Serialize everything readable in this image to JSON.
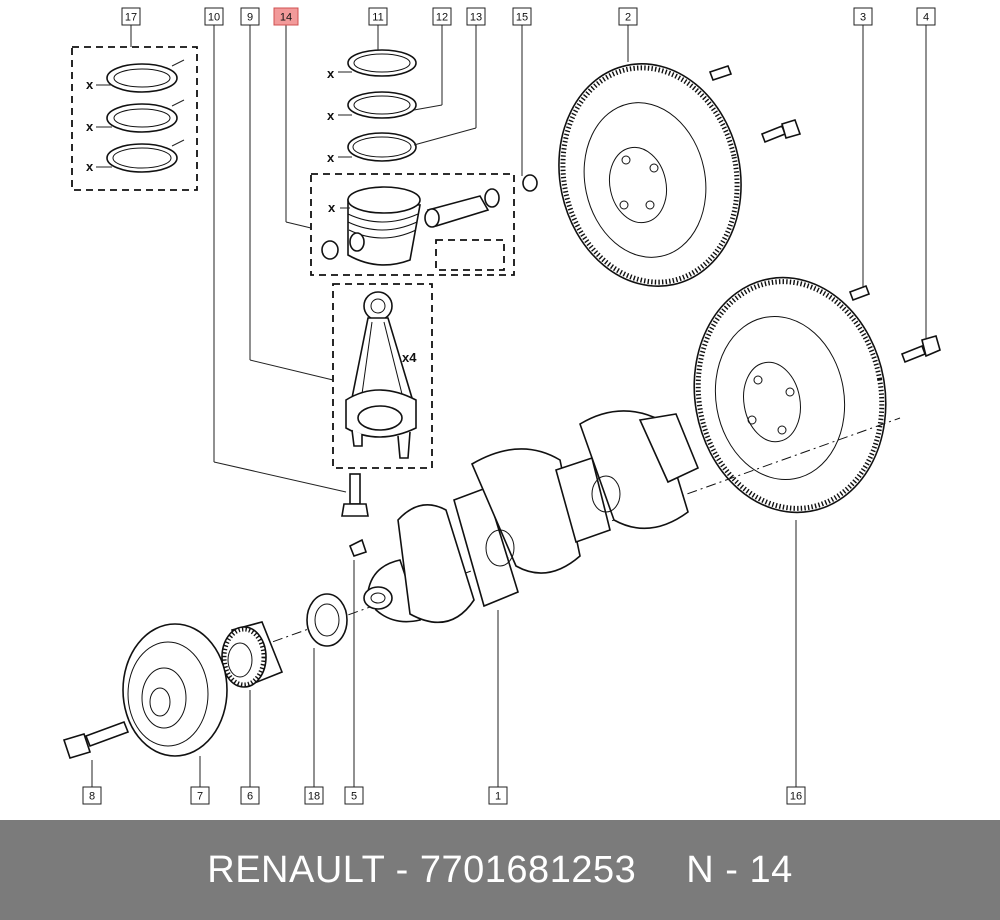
{
  "callouts": {
    "c1": "1",
    "c2": "2",
    "c3": "3",
    "c4": "4",
    "c5": "5",
    "c6": "6",
    "c7": "7",
    "c8": "8",
    "c9": "9",
    "c10": "10",
    "c11": "11",
    "c12": "12",
    "c13": "13",
    "c14": "14",
    "c15": "15",
    "c16": "16",
    "c17": "17",
    "c18": "18"
  },
  "highlighted_callout": "14",
  "marks": {
    "x": "x",
    "qty": "x4"
  },
  "footer": {
    "brand_part": "RENAULT - 7701681253",
    "page": "N - 14"
  },
  "colors": {
    "highlight": "#f29a9a",
    "footer_bg": "#7b7b7b",
    "footer_text": "#ffffff"
  }
}
